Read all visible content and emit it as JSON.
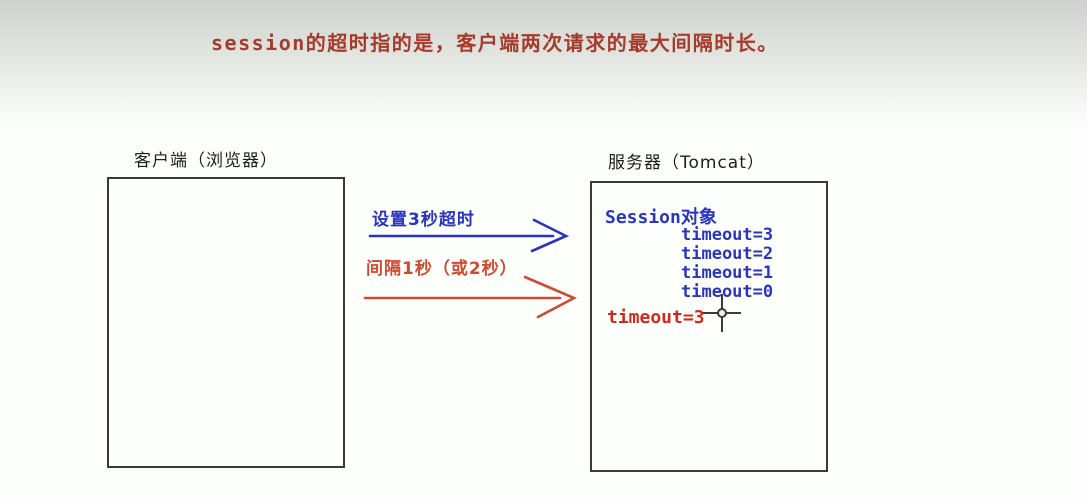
{
  "title": {
    "text": "session的超时指的是，客户端两次请求的最大间隔时长。"
  },
  "colors": {
    "title": "#a63a2b",
    "blue": "#2a34bd",
    "red": "#d04a30",
    "redtext": "#cf2a1b",
    "border": "#3a3a3a",
    "ink": "#1d1d1d",
    "cursor": "#3a3a3a"
  },
  "client": {
    "label": "客户端（浏览器）"
  },
  "server": {
    "label": "服务器（Tomcat）",
    "session_title": "Session对象",
    "timeouts": [
      "timeout=3",
      "timeout=2",
      "timeout=1",
      "timeout=0"
    ],
    "final_timeout": "timeout=3"
  },
  "arrows": [
    {
      "label": "设置3秒超时",
      "color": "blue"
    },
    {
      "label": "间隔1秒（或2秒）",
      "color": "red"
    }
  ],
  "icons": {
    "cursor": "crosshair-cursor"
  }
}
